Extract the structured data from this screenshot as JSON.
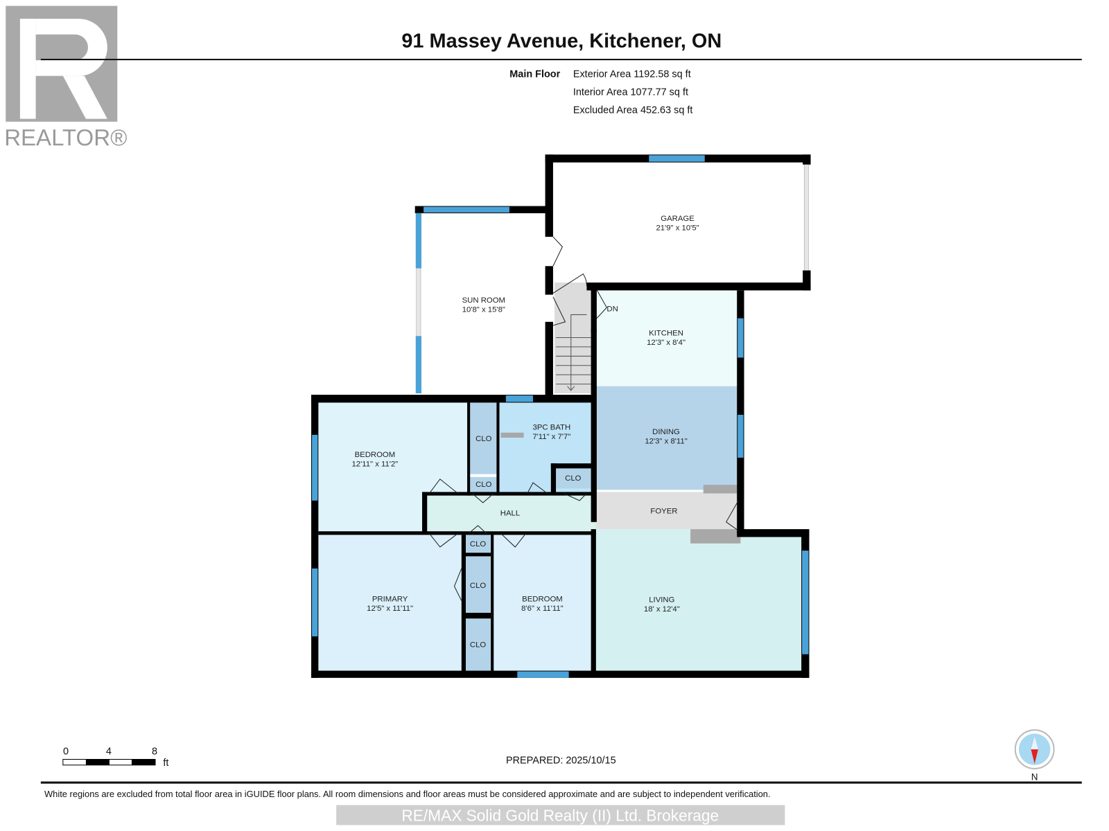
{
  "header": {
    "title": "91 Massey Avenue, Kitchener, ON"
  },
  "logo": {
    "text": "REALTOR®"
  },
  "areas": {
    "floor_label": "Main Floor",
    "exterior": "Exterior Area 1192.58 sq ft",
    "interior": "Interior Area 1077.77 sq ft",
    "excluded": "Excluded Area 452.63 sq ft"
  },
  "rooms": {
    "garage": {
      "name": "GARAGE",
      "dims": "21'9\" x 10'5\""
    },
    "sunroom": {
      "name": "SUN ROOM",
      "dims": "10'8\" x 15'8\""
    },
    "kitchen": {
      "name": "KITCHEN",
      "dims": "12'3\" x 8'4\""
    },
    "dining": {
      "name": "DINING",
      "dims": "12'3\" x 8'11\""
    },
    "bath": {
      "name": "3PC BATH",
      "dims": "7'11\" x 7'7\""
    },
    "bedroom1": {
      "name": "BEDROOM",
      "dims": "12'11\" x 11'2\""
    },
    "primary": {
      "name": "PRIMARY",
      "dims": "12'5\" x 11'11\""
    },
    "bedroom2": {
      "name": "BEDROOM",
      "dims": "8'6\" x 11'11\""
    },
    "living": {
      "name": "LIVING",
      "dims": "18' x 12'4\""
    },
    "hall": {
      "name": "HALL"
    },
    "foyer": {
      "name": "FOYER"
    },
    "closet": "CLO",
    "stairs": "DN"
  },
  "scale": {
    "t0": "0",
    "t4": "4",
    "t8": "8",
    "unit": "ft"
  },
  "prepared": "PREPARED: 2025/10/15",
  "compass": {
    "north": "N"
  },
  "footer": {
    "disclaimer": "White regions are excluded from total floor area in iGUIDE floor plans. All room dimensions and floor areas must be considered approximate and are subject to independent verification.",
    "watermark": "RE/MAX Solid Gold Realty (II) Ltd. Brokerage"
  },
  "colors": {
    "window": "#4aa3d8",
    "wall": "#000000"
  }
}
